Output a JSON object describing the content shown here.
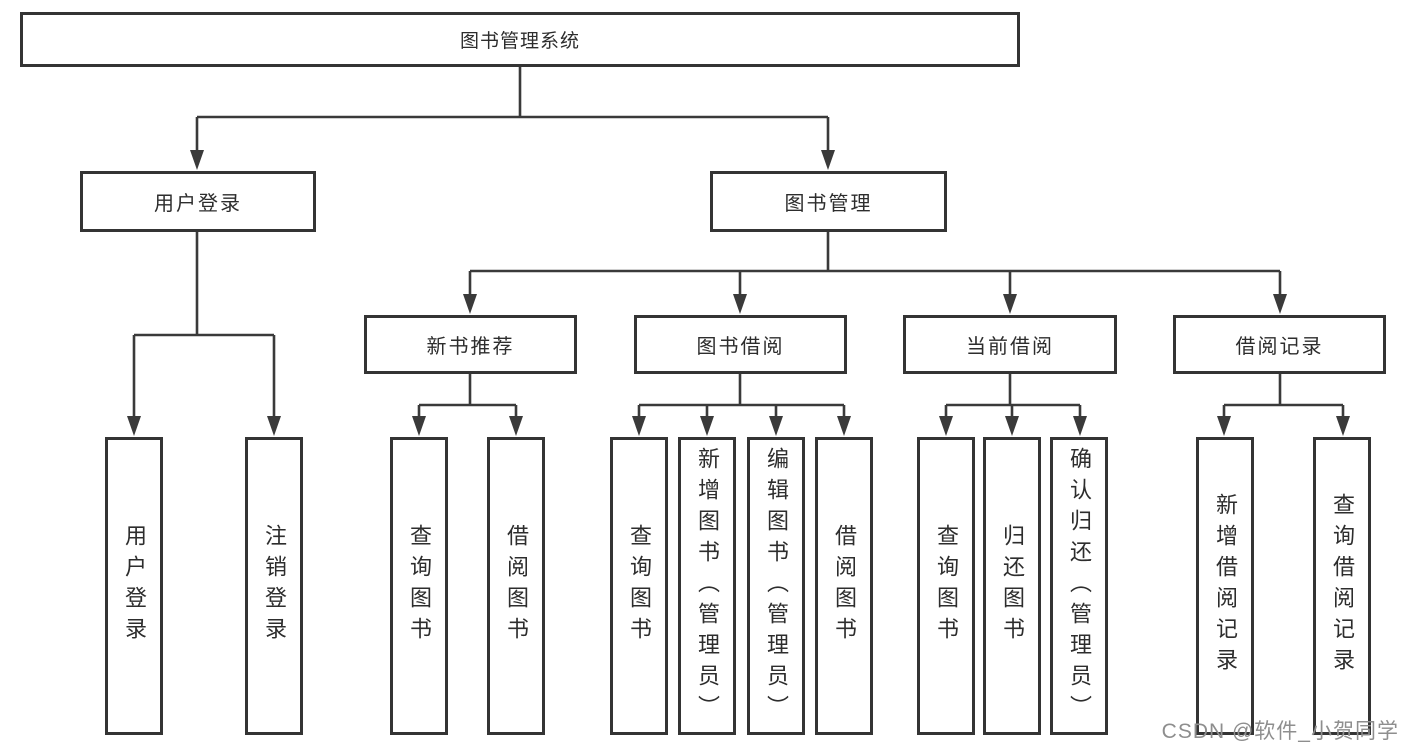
{
  "diagram_title": "图书管理系统",
  "tree": {
    "root": {
      "label": "图书管理系统"
    },
    "branches": [
      {
        "label": "用户登录",
        "children": [
          {
            "label": "用户登录"
          },
          {
            "label": "注销登录"
          }
        ]
      },
      {
        "label": "图书管理",
        "children": [
          {
            "label": "新书推荐",
            "children": [
              {
                "label": "查询图书"
              },
              {
                "label": "借阅图书"
              }
            ]
          },
          {
            "label": "图书借阅",
            "children": [
              {
                "label": "查询图书"
              },
              {
                "label": "新增图书（管理员）"
              },
              {
                "label": "编辑图书（管理员）"
              },
              {
                "label": "借阅图书"
              }
            ]
          },
          {
            "label": "当前借阅",
            "children": [
              {
                "label": "查询图书"
              },
              {
                "label": "归还图书"
              },
              {
                "label": "确认归还（管理员）"
              }
            ]
          },
          {
            "label": "借阅记录",
            "children": [
              {
                "label": "新增借阅记录"
              },
              {
                "label": "查询借阅记录"
              }
            ]
          }
        ]
      }
    ]
  },
  "watermark": {
    "text": "CSDN @软件_小贺同学"
  },
  "colors": {
    "line": "#3a3a3a",
    "box_border": "#343434",
    "text": "#2d2d2d",
    "watermark": "#8e8e8e",
    "background": "#ffffff"
  }
}
